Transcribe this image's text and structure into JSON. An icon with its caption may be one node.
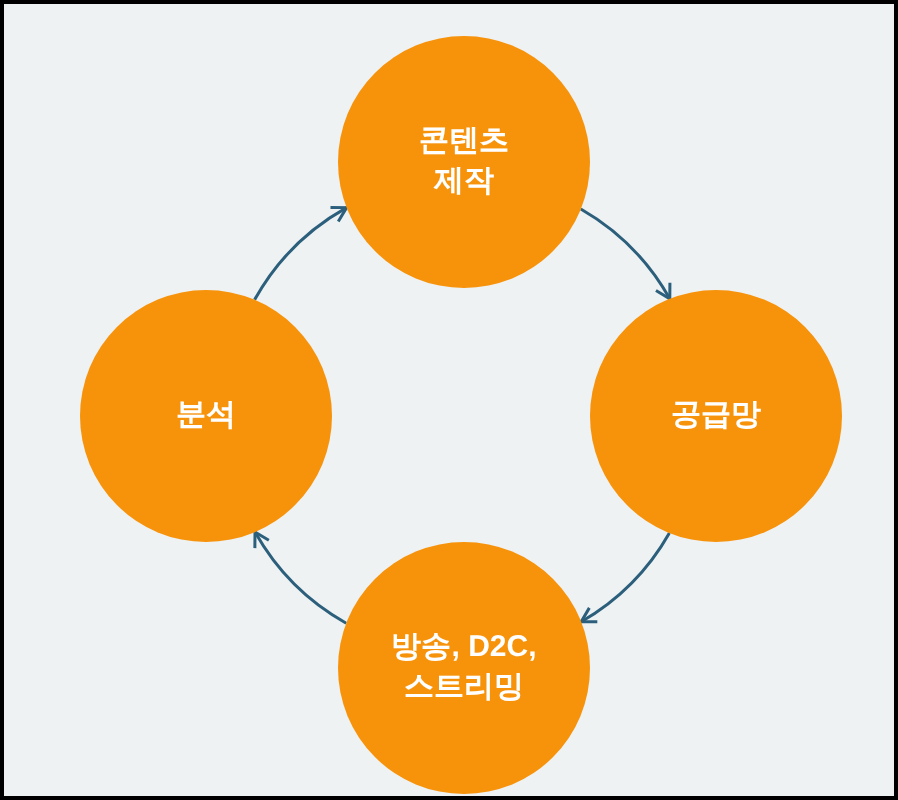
{
  "diagram": {
    "nodes": [
      {
        "text": [
          "콘텐츠 제작"
        ]
      },
      {
        "text": [
          "분석"
        ]
      },
      {
        "text": [
          "공급망"
        ]
      },
      {
        "text": [
          "방송, D2C, 스트리밍"
        ]
      }
    ],
    "edges": [
      {
        "from": 1,
        "to": 0,
        "arrow": "to"
      },
      {
        "from": 0,
        "to": 2,
        "arrow": "to"
      },
      {
        "from": 2,
        "to": 3,
        "arrow": "to"
      },
      {
        "from": 3,
        "to": 1,
        "arrow": "to"
      }
    ]
  }
}
